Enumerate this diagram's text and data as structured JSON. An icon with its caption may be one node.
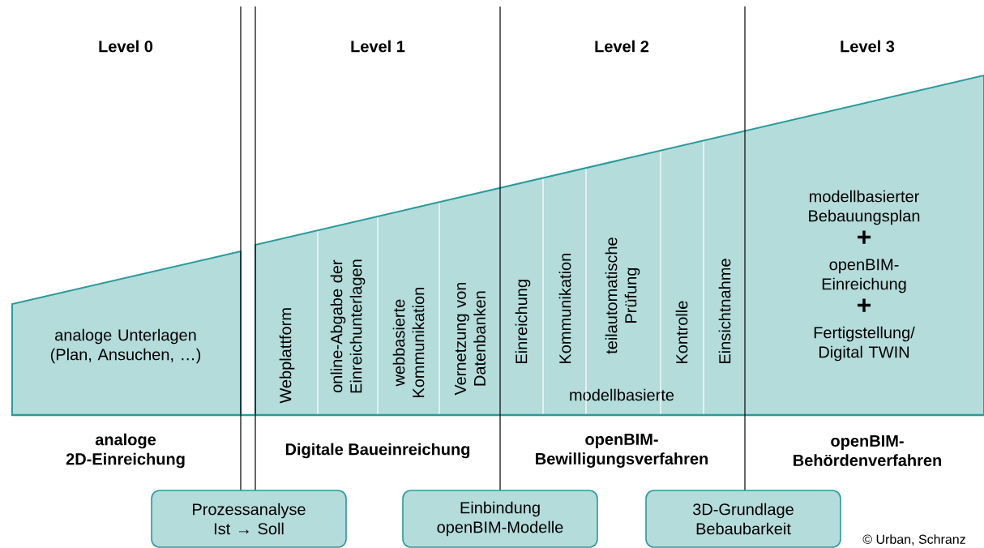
{
  "diagram": {
    "nodes": [
      {
        "text": [
          "analoge Unterlagen (Plan, Ansuchen, …)"
        ]
      },
      {
        "text": [
          "modellbasierte"
        ]
      },
      {
        "text": [
          "Webplattform"
        ],
        "in": 1
      },
      {
        "text": [
          "online-Abgabe der Einreichunterlagen"
        ],
        "in": 1
      },
      {
        "text": [
          "webbasierte Kommunikation"
        ],
        "in": 1
      },
      {
        "text": [
          "Vernetzung von Datenbanken"
        ],
        "in": 1
      },
      {
        "text": [
          "Einreichung"
        ],
        "in": 1
      },
      {
        "text": [
          "Kommunikation"
        ],
        "in": 1
      },
      {
        "text": [
          "teilautomatische Prüfung"
        ],
        "in": 1
      },
      {
        "text": [
          "Kontrolle"
        ],
        "in": 1
      },
      {
        "text": [
          "Einsichtnahme"
        ],
        "in": 1
      },
      {
        "text": [
          "modellbasierter Bebauungsplan",
          "+",
          "openBIM- Einreichung",
          "+",
          "Fertigstellung/ Digital TWIN"
        ],
        "in": 1
      },
      {
        "text": [
          "Prozessanalyse Ist → Soll"
        ]
      },
      {
        "text": [
          "Einbindung openBIM-Modelle"
        ]
      },
      {
        "text": [
          "3D-Grundlage Bebaubarkeit"
        ]
      }
    ],
    "labels": [
      "Level 0",
      "Level 1",
      "Level 2",
      "Level 3",
      "analoge 2D-Einreichung",
      "Digitale Baueinreichung",
      "openBIM- Bewilligungsverfahren",
      "openBIM- Behördenverfahren",
      "© Urban, Schranz"
    ]
  }
}
